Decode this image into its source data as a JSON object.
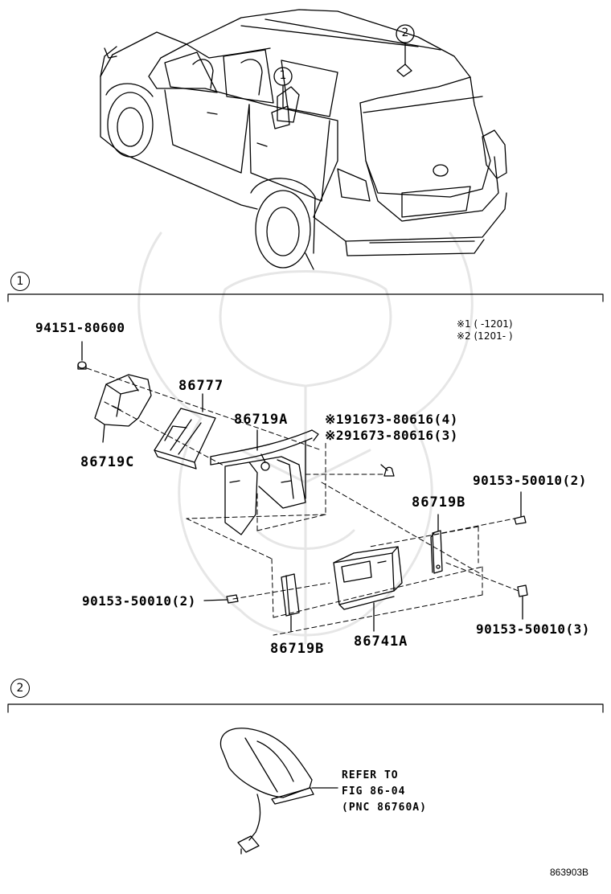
{
  "callouts": {
    "top_1": "1",
    "top_2": "2",
    "section_1": "1",
    "section_2": "2"
  },
  "notes": {
    "note1": "※1 (       -1201)",
    "note2": "※2 (1201-       )"
  },
  "parts": {
    "p94151": "94151-80600",
    "p86777": "86777",
    "p86719A": "86719A",
    "p86719C": "86719C",
    "p91673_1": "※191673-80616(4)",
    "p91673_2": "※291673-80616(3)",
    "p90153_r": "90153-50010(2)",
    "p86719B_r": "86719B",
    "p90153_l": "90153-50010(2)",
    "p90153_br": "90153-50010(3)",
    "p86719B_l": "86719B",
    "p86741A": "86741A"
  },
  "refer": {
    "line1": "REFER TO",
    "line2": "FIG 86-04",
    "line3": "(PNC 86760A)"
  },
  "figure_code": "863903B"
}
